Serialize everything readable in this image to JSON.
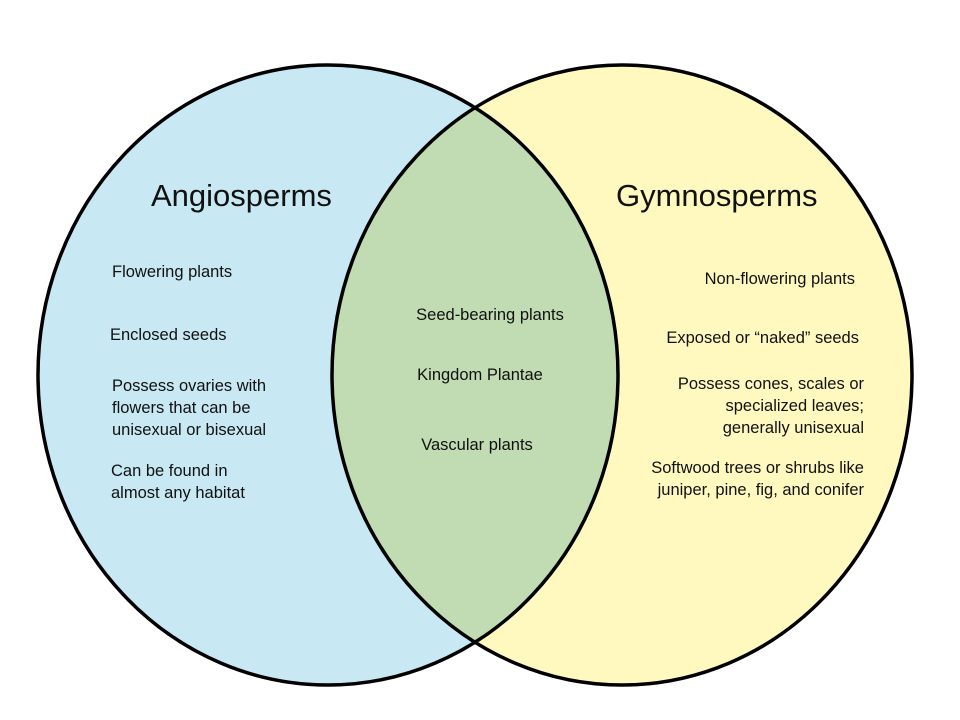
{
  "colors": {
    "left_fill": "#c8e8f3",
    "right_fill": "#fff9c0",
    "overlap_fill": "#c1dbb3",
    "outline": "#000000"
  },
  "left": {
    "title": "Angiosperms",
    "items": [
      "Flowering plants",
      "Enclosed seeds",
      "Possess ovaries with\nflowers that can be\nunisexual or bisexual",
      "Can be found in\nalmost any habitat"
    ]
  },
  "right": {
    "title": "Gymnosperms",
    "items": [
      "Non-flowering plants",
      "Exposed or “naked” seeds",
      "Possess cones, scales or\nspecialized leaves;\ngenerally unisexual",
      "Softwood trees or shrubs like\njuniper, pine, fig, and conifer"
    ]
  },
  "overlap": {
    "items": [
      "Seed-bearing plants",
      "Kingdom Plantae",
      "Vascular plants"
    ]
  }
}
